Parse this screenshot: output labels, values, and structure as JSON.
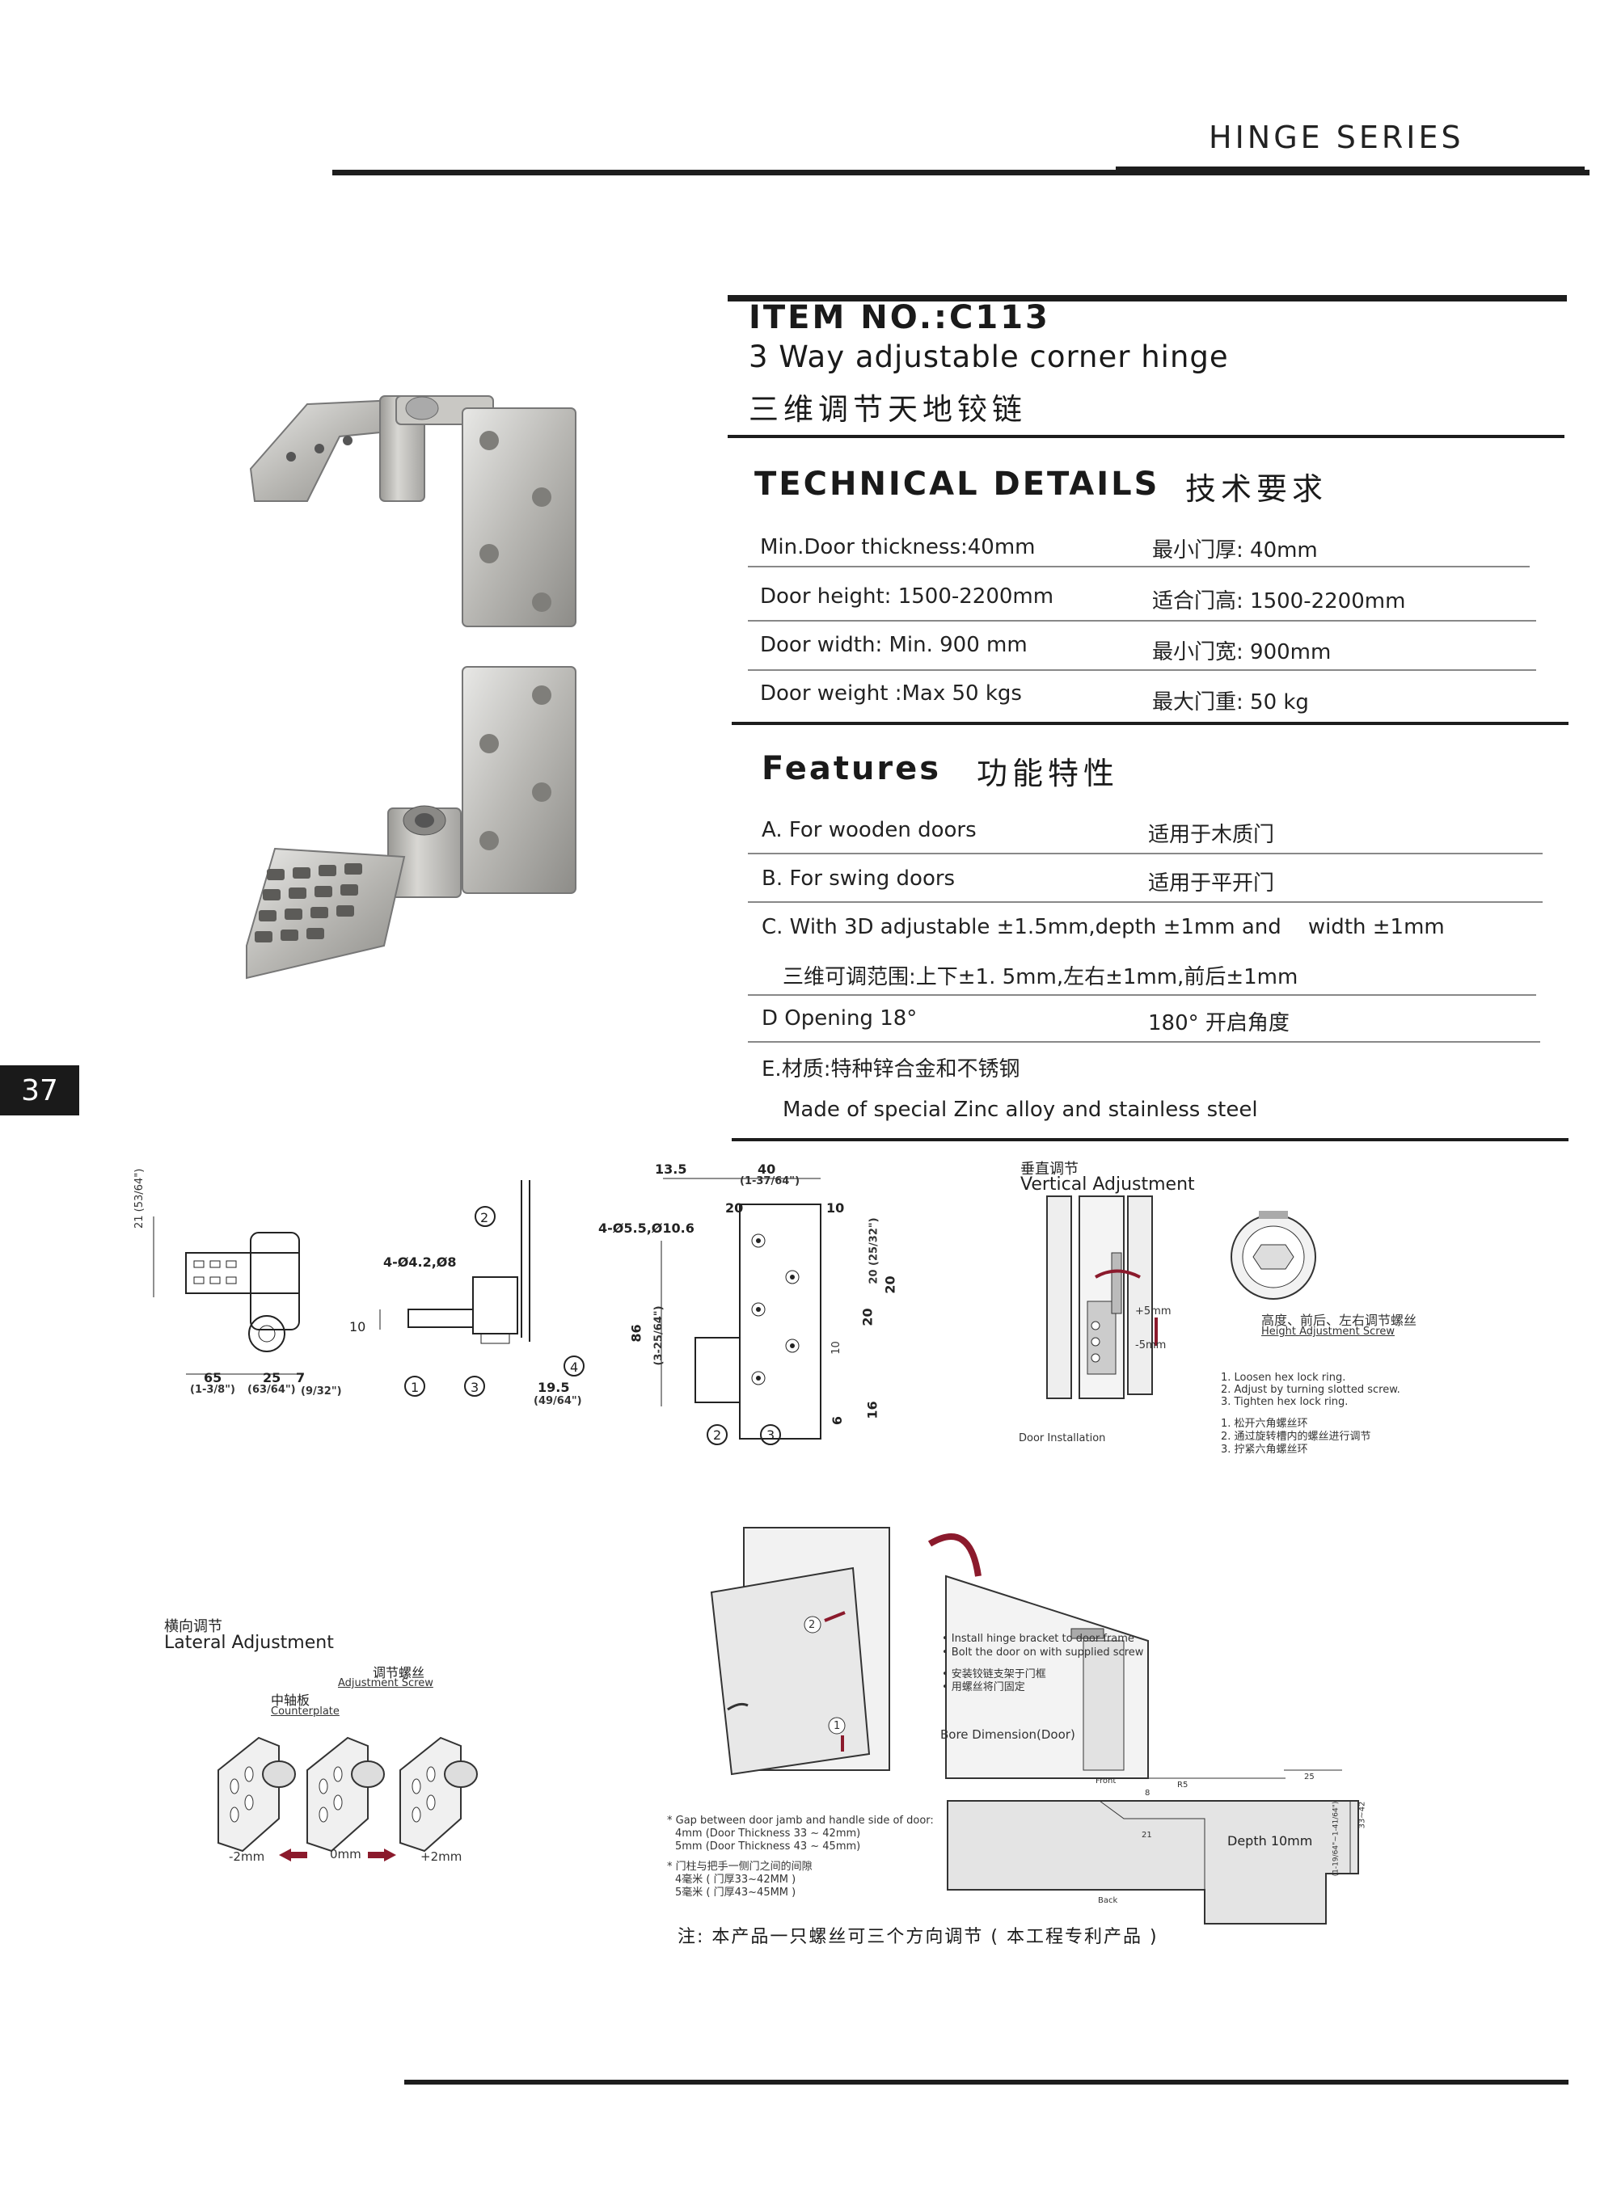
{
  "header": {
    "series": "HINGE SERIES"
  },
  "product": {
    "item_no": "ITEM NO.:C113",
    "subtitle_en": "3 Way adjustable corner hinge",
    "subtitle_cn": "三维调节天地铰链"
  },
  "technical": {
    "title_en": "TECHNICAL DETAILS",
    "title_cn": "技术要求",
    "rows": [
      {
        "en": "Min.Door thickness:40mm",
        "cn": "最小门厚: 40mm"
      },
      {
        "en": "Door height: 1500-2200mm",
        "cn": "适合门高: 1500-2200mm"
      },
      {
        "en": "Door width: Min. 900 mm",
        "cn": "最小门宽: 900mm"
      },
      {
        "en": "Door weight :Max 50 kgs",
        "cn": "最大门重: 50 kg"
      }
    ]
  },
  "features": {
    "title_en": "Features",
    "title_cn": "功能特性",
    "a_en": "A. For wooden doors",
    "a_cn": "适用于木质门",
    "b_en": "B. For swing doors",
    "b_cn": "适用于平开门",
    "c_en": "C. With 3D adjustable ±1.5mm,depth ±1mm and    width ±1mm",
    "c_cn": "三维可调范围:上下±1. 5mm,左右±1mm,前后±1mm",
    "d_en": "D Opening 18°",
    "d_cn": "180° 开启角度",
    "e_cn": "E.材质:特种锌合金和不锈钢",
    "e_en": "Made of special Zinc alloy and stainless steel"
  },
  "page_number": "37",
  "dims": {
    "d21": "21 (53/64\")",
    "d65": "65",
    "d65i": "(1-3/8\")",
    "d25": "25",
    "d25i": "(63/64\")",
    "d7": "7",
    "d7i": "(9/32\")",
    "h1": "4-Ø4.2,Ø8",
    "d10": "10",
    "d195": "19.5",
    "d195i": "(49/64\")",
    "c1": "1",
    "c2": "2",
    "c3": "3",
    "c4": "4",
    "d135": "13.5",
    "d40": "40",
    "d40i": "(1-37/64\")",
    "d20a": "20",
    "d10b": "10",
    "h2": "4-Ø5.5,Ø10.6",
    "d86": "86",
    "d86i": "(3-25/64\")",
    "d20v": "20 (25/32\")",
    "d20v2": "20",
    "d20v3": "20",
    "d10v": "10",
    "d6": "6",
    "d16": "16"
  },
  "vertical": {
    "title_cn": "垂直调节",
    "title_en": "Vertical Adjustment",
    "plus5": "+5mm",
    "minus5": "-5mm",
    "screw_cn": "高度、前后、左右调节螺丝",
    "screw_en": "Height Adjustment Screw",
    "steps_en": [
      "1. Loosen hex lock ring.",
      "2. Adjust by turning slotted screw.",
      "3. Tighten hex lock ring."
    ],
    "steps_cn": [
      "1. 松开六角螺丝环",
      "2. 通过旋转槽内的螺丝进行调节",
      "3. 拧紧六角螺丝环"
    ],
    "door_install": "Door Installation"
  },
  "lateral": {
    "title_cn": "横向调节",
    "title_en": "Lateral Adjustment",
    "screw_cn": "调节螺丝",
    "screw_en": "Adjustment Screw",
    "plate_cn": "中轴板",
    "plate_en": "Counterplate",
    "m2": "-2mm",
    "m0": "0mm",
    "p2": "+2mm"
  },
  "install": {
    "b1": "• Install hinge bracket to door frame",
    "b2": "• Bolt the door on with supplied screw",
    "b3": "• 安装铰链支架于门框",
    "b4": "• 用螺丝将门固定",
    "n1": "2",
    "n2": "1",
    "gap1": "* Gap between door jamb and handle side of door:",
    "gap2": "4mm (Door Thickness 33 ~ 42mm)",
    "gap3": "5mm (Door Thickness 43 ~ 45mm)",
    "gap4": "* 门柱与把手一侧门之间的间隙",
    "gap5": "4毫米 ( 门厚33~42MM )",
    "gap6": "5毫米 ( 门厚43~45MM )"
  },
  "bore": {
    "title": "Bore Dimension(Door)",
    "front": "Front",
    "back": "Back",
    "depth": "Depth 10mm",
    "d25": "25",
    "d21": "21",
    "d8": "8",
    "d3342": "33~42",
    "d3342i": "(1-19/64\"~1-41/64\")",
    "r15": "R5"
  },
  "note": "注: 本产品一只螺丝可三个方向调节 ( 本工程专利产品 )"
}
